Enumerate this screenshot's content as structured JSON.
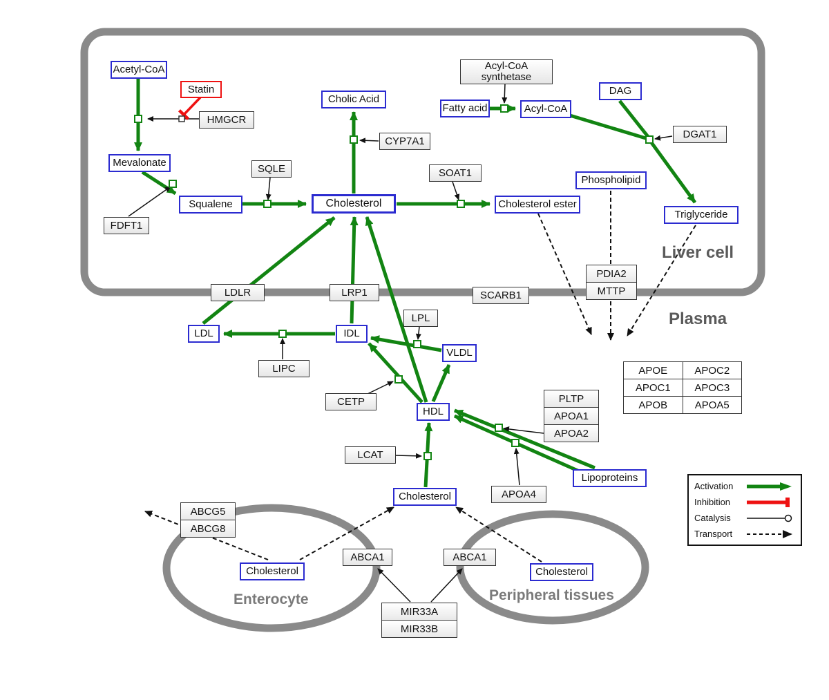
{
  "compartments": {
    "liver": "Liver cell",
    "plasma": "Plasma",
    "enterocyte": "Enterocyte",
    "peripheral": "Peripheral tissues"
  },
  "nodes": {
    "acetyl_coa": "Acetyl-CoA",
    "statin": "Statin",
    "hmgcr": "HMGCR",
    "mevalonate": "Mevalonate",
    "fdft1": "FDFT1",
    "squalene": "Squalene",
    "sqle": "SQLE",
    "cholic_acid": "Cholic Acid",
    "cyp7a1": "CYP7A1",
    "cholesterol_liver": "Cholesterol",
    "soat1": "SOAT1",
    "cholesterol_ester": "Cholesterol ester",
    "fatty_acid": "Fatty acid",
    "acyl_coa_synthetase": "Acyl-CoA synthetase",
    "acyl_coa": "Acyl-CoA",
    "dag": "DAG",
    "dgat1": "DGAT1",
    "phospholipid": "Phospholipid",
    "triglyceride": "Triglyceride",
    "pdia2": "PDIA2",
    "mttp": "MTTP",
    "scarb1": "SCARB1",
    "ldlr": "LDLR",
    "lrp1": "LRP1",
    "lpl": "LPL",
    "ldl": "LDL",
    "idl": "IDL",
    "vldl": "VLDL",
    "lipc": "LIPC",
    "cetp": "CETP",
    "hdl": "HDL",
    "lcat": "LCAT",
    "pltp": "PLTP",
    "apoa1": "APOA1",
    "apoa2": "APOA2",
    "apoa4": "APOA4",
    "lipoproteins": "Lipoproteins",
    "cholesterol_plasma": "Cholesterol",
    "abcg5": "ABCG5",
    "abcg8": "ABCG8",
    "cholesterol_enterocyte": "Cholesterol",
    "abca1_left": "ABCA1",
    "abca1_right": "ABCA1",
    "cholesterol_peripheral": "Cholesterol",
    "mir33a": "MIR33A",
    "mir33b": "MIR33B"
  },
  "apo_table": [
    [
      "APOE",
      "APOC2"
    ],
    [
      "APOC1",
      "APOC3"
    ],
    [
      "APOB",
      "APOA5"
    ]
  ],
  "legend": {
    "activation": "Activation",
    "inhibition": "Inhibition",
    "catalysis": "Catalysis",
    "transport": "Transport"
  },
  "colors": {
    "activation": "#128412",
    "inhibition": "#ee1111",
    "metabolite_border": "#2b2bd0",
    "membrane": "#8a8a8a"
  }
}
